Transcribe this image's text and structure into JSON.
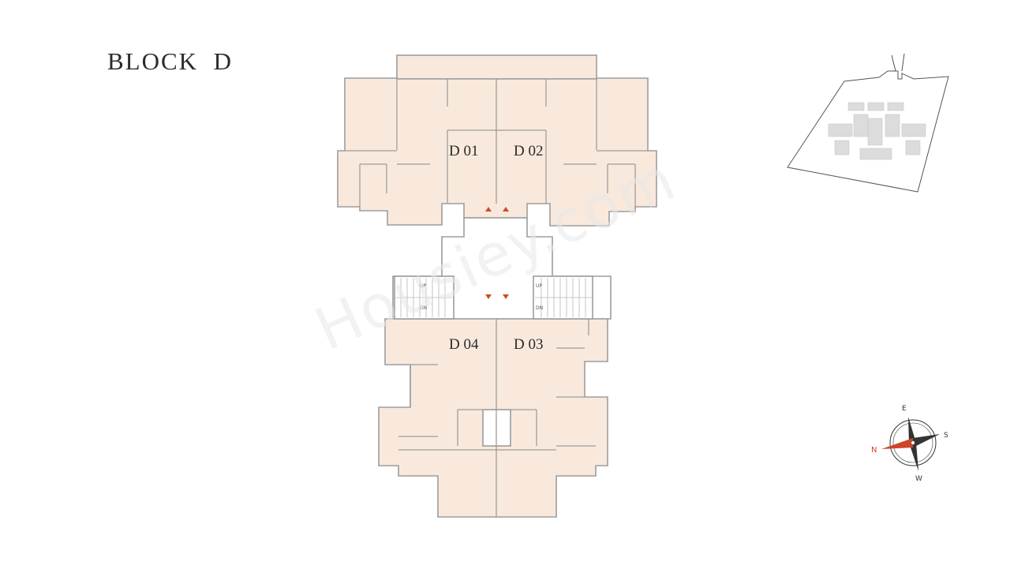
{
  "title": "BLOCK  D",
  "units": [
    {
      "id": "d01",
      "label": "D 01"
    },
    {
      "id": "d02",
      "label": "D 02"
    },
    {
      "id": "d03",
      "label": "D 03"
    },
    {
      "id": "d04",
      "label": "D 04"
    }
  ],
  "stairs": {
    "up": "UP",
    "down": "DN"
  },
  "compass": {
    "north": "N",
    "east": "E",
    "south": "S",
    "west": "W"
  },
  "watermark": "Housiey.com",
  "icons": [
    "key-plan-icon",
    "compass-icon",
    "entry-arrow-icon"
  ],
  "colors": {
    "fill": "#f9e9dc",
    "wall": "#9d9d9d",
    "entry_arrow": "#c8502a",
    "north": "#d0452a"
  }
}
